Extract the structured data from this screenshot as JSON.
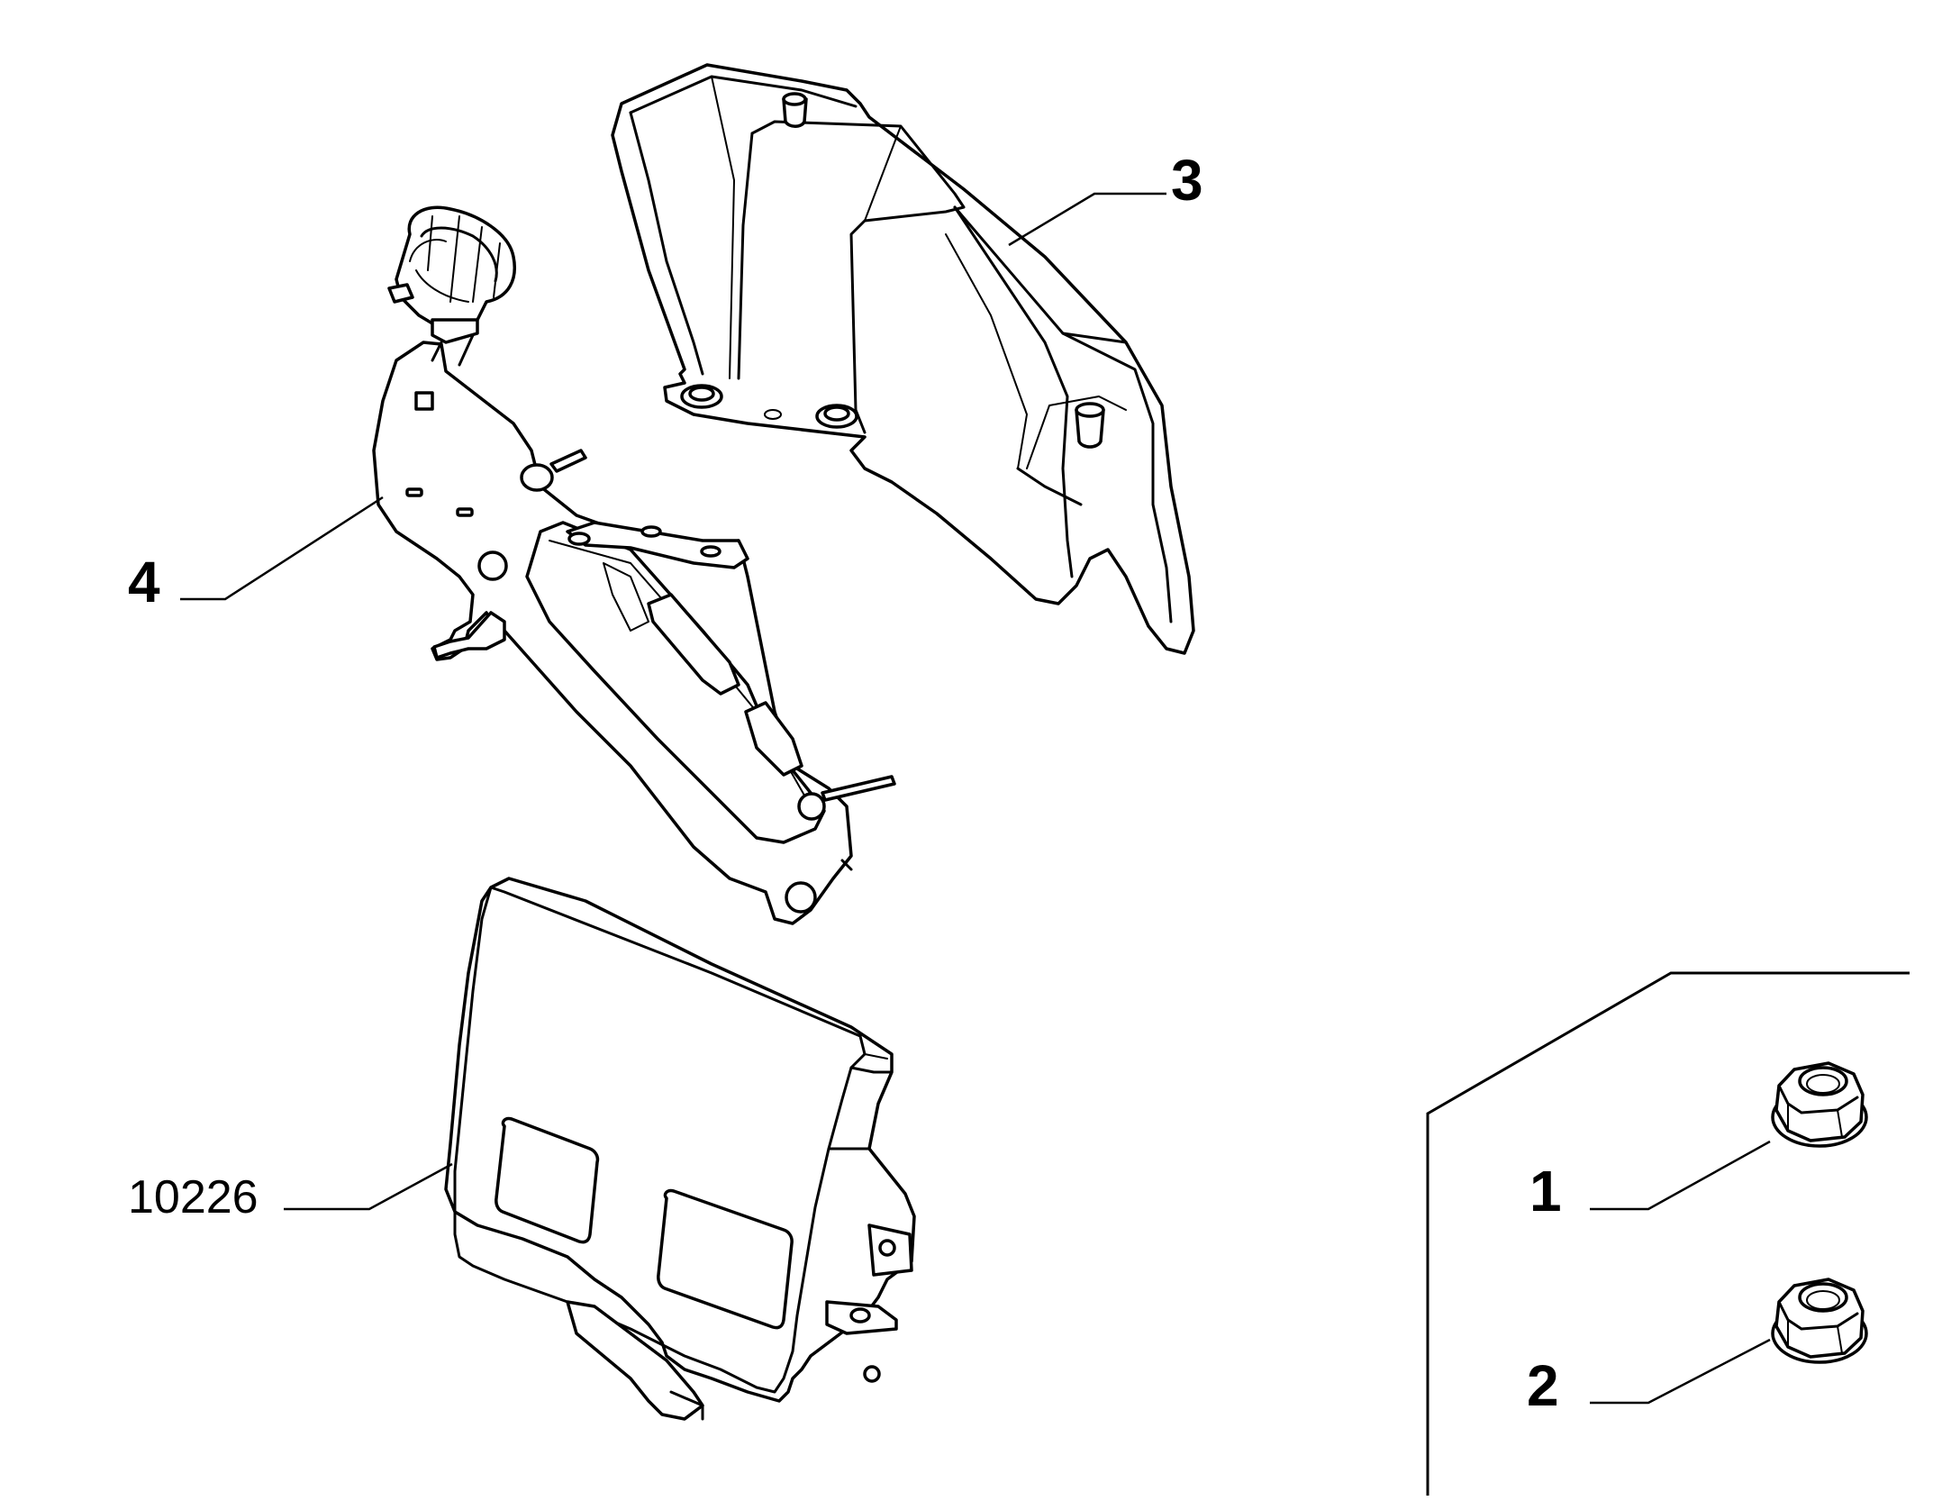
{
  "callouts": {
    "part_1": "1",
    "part_2": "2",
    "part_3": "3",
    "part_4": "4",
    "part_10226": "10226"
  }
}
